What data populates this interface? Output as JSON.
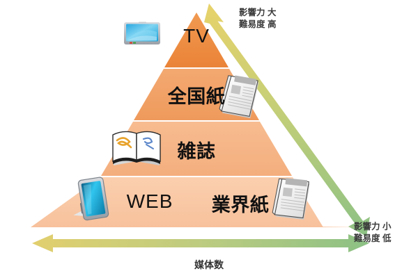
{
  "diagram": {
    "title_text": "媒体数",
    "pyramid": {
      "tiers": [
        {
          "id": "tv",
          "label": "TV",
          "script": "latin",
          "icon": "tv-monitor-icon",
          "fill": "#ed8a3f"
        },
        {
          "id": "national-paper",
          "label": "全国紙",
          "script": "cjk",
          "icon": "newspaper-icon",
          "fill": "#f0a265"
        },
        {
          "id": "magazine",
          "label": "雑誌",
          "script": "cjk",
          "icon": "open-book-icon",
          "fill": "#f4b183"
        },
        {
          "id": "web-trade-paper",
          "label_left": "WEB",
          "label_right": "業界紙",
          "script": "mixed",
          "icon_left": "tablet-icon",
          "icon_right": "newspaper-icon",
          "fill": "#f8c6a2"
        }
      ]
    },
    "diagonal_arrow": {
      "name": "influence-difficulty-arrow",
      "top_label_line1": "影響力 大",
      "top_label_line2": "難易度 高",
      "bottom_label_line1": "影響力 小",
      "bottom_label_line2": "難易度 低",
      "color_top": "#e8d26a",
      "color_bottom": "#8cc185"
    },
    "bottom_arrow": {
      "name": "media-count-arrow",
      "label": "媒体数",
      "color_left": "#e8d26a",
      "color_right": "#8cc185"
    },
    "colors": {
      "background": "#ffffff",
      "separator": "#fdf1e7",
      "text": "#1a1a1a"
    }
  }
}
